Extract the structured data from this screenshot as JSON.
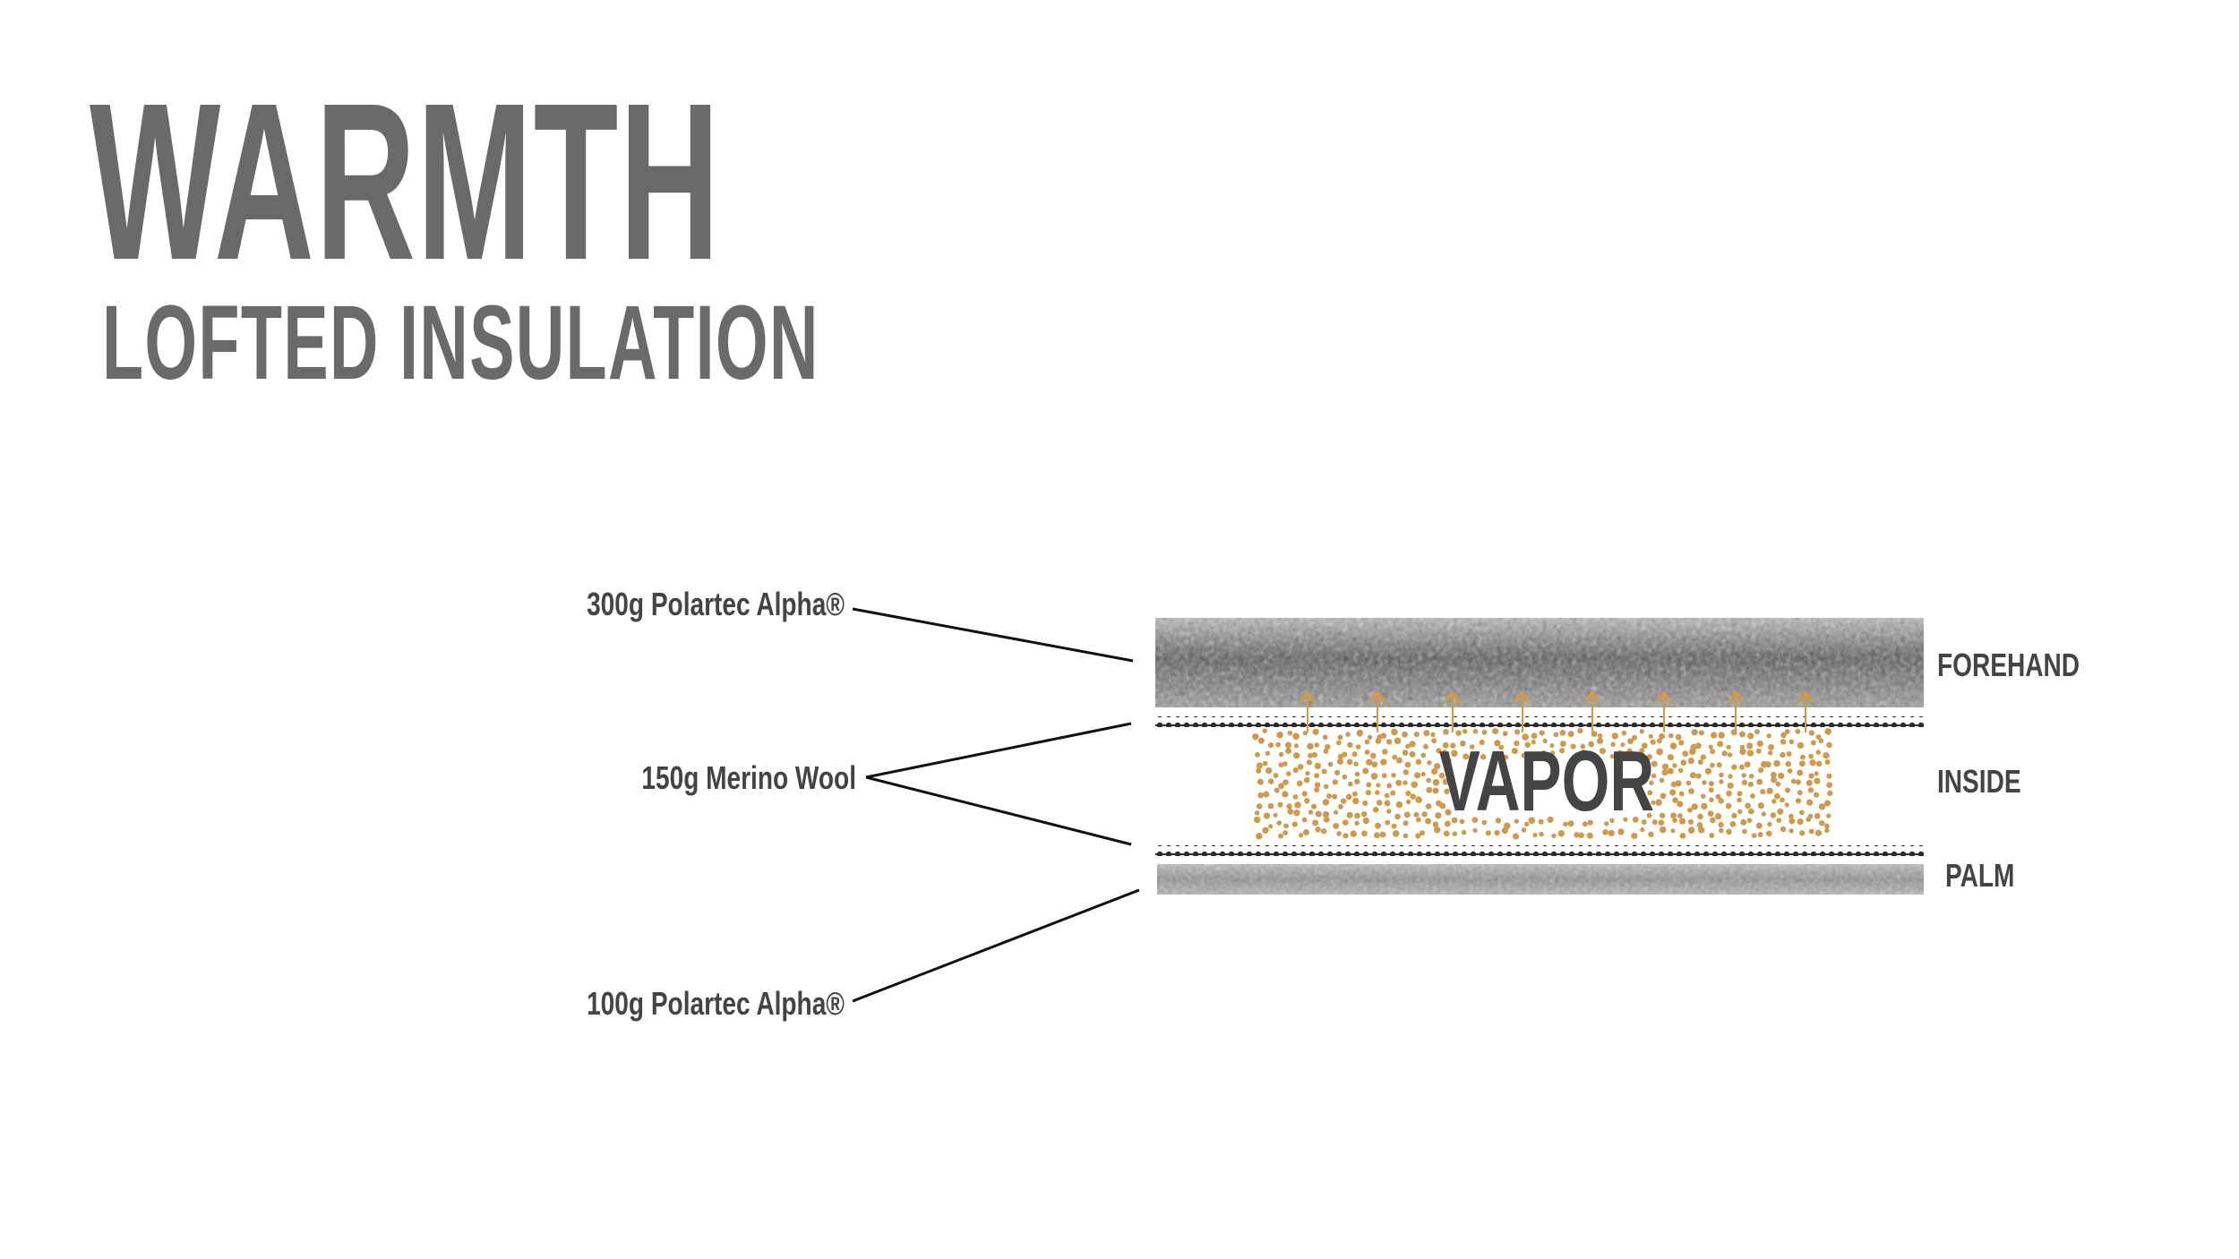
{
  "title": "WARMTH",
  "subtitle": "LOFTED INSULATION",
  "materials": {
    "top": "300g Polartec Alpha®",
    "middle": "150g Merino Wool",
    "bottom": "100g Polartec Alpha®"
  },
  "layers": {
    "forehand": "FOREHAND",
    "inside": "INSIDE",
    "palm": "PALM"
  },
  "vapor_label": "VAPOR",
  "colors": {
    "heading": "#6a6a6a",
    "vapor_dots": "#cf9a4e",
    "arrows": "#cf9a4e",
    "insulation": "#8f8f8f"
  }
}
